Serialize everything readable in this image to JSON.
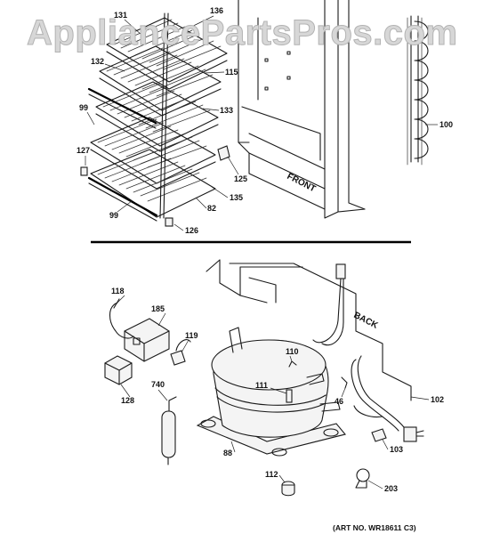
{
  "watermark": "AppliancePartsPros.com",
  "labels": {
    "front": "FRONT",
    "back": "BACK",
    "art_no": "(ART NO. WR18611 C3)"
  },
  "callouts_top": [
    {
      "id": "c131",
      "text": "131"
    },
    {
      "id": "c136",
      "text": "136"
    },
    {
      "id": "c132",
      "text": "132"
    },
    {
      "id": "c115",
      "text": "115"
    },
    {
      "id": "c99a",
      "text": "99"
    },
    {
      "id": "c133",
      "text": "133"
    },
    {
      "id": "c127",
      "text": "127"
    },
    {
      "id": "c125",
      "text": "125"
    },
    {
      "id": "c135",
      "text": "135"
    },
    {
      "id": "c82",
      "text": "82"
    },
    {
      "id": "c99b",
      "text": "99"
    },
    {
      "id": "c126",
      "text": "126"
    },
    {
      "id": "c100",
      "text": "100"
    }
  ],
  "callouts_bottom": [
    {
      "id": "c118",
      "text": "118"
    },
    {
      "id": "c185",
      "text": "185"
    },
    {
      "id": "c119",
      "text": "119"
    },
    {
      "id": "c110",
      "text": "110"
    },
    {
      "id": "c128",
      "text": "128"
    },
    {
      "id": "c740",
      "text": "740"
    },
    {
      "id": "c111",
      "text": "111"
    },
    {
      "id": "c46",
      "text": "46"
    },
    {
      "id": "c102",
      "text": "102"
    },
    {
      "id": "c88",
      "text": "88"
    },
    {
      "id": "c103",
      "text": "103"
    },
    {
      "id": "c112",
      "text": "112"
    },
    {
      "id": "c203",
      "text": "203"
    }
  ]
}
